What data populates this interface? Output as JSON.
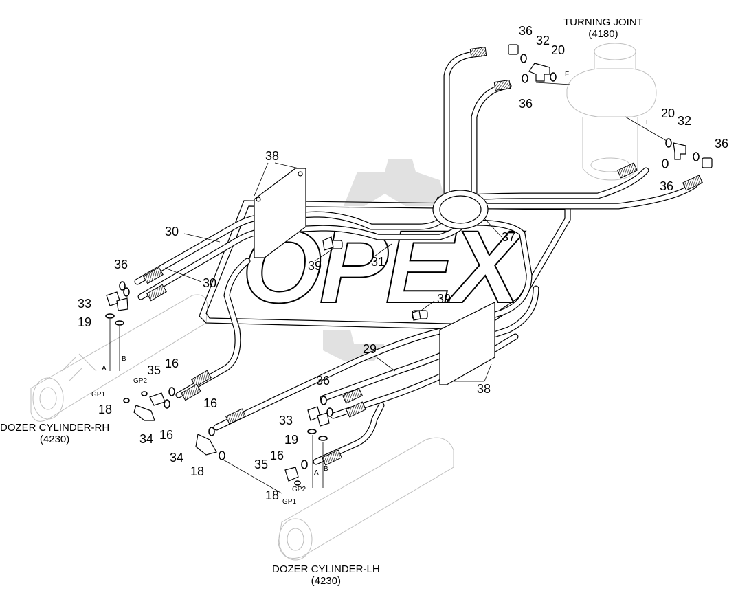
{
  "titles": {
    "turning_joint": "TURNING JOINT",
    "turning_joint_code": "(4180)",
    "dozer_rh": "DOZER CYLINDER-RH",
    "dozer_rh_code": "(4230)",
    "dozer_lh": "DOZER CYLINDER-LH",
    "dozer_lh_code": "(4230)"
  },
  "watermark": "OPEX",
  "callouts": [
    "36",
    "32",
    "20",
    "36",
    "20",
    "32",
    "36",
    "36",
    "38",
    "30",
    "37",
    "39",
    "31",
    "36",
    "30",
    "33",
    "19",
    "39",
    "29",
    "35",
    "16",
    "36",
    "38",
    "16",
    "18",
    "34",
    "16",
    "33",
    "19",
    "16",
    "34",
    "18",
    "35",
    "18"
  ],
  "port_labels": [
    "F",
    "E",
    "A",
    "B",
    "GP2",
    "GP1",
    "A",
    "B",
    "GP2",
    "GP1"
  ]
}
